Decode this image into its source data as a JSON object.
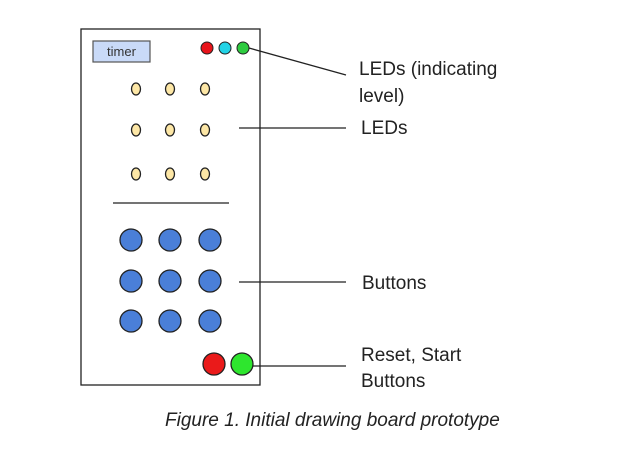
{
  "board": {
    "timer_label": "timer"
  },
  "callouts": {
    "level_leds_line1": "LEDs (indicating",
    "level_leds_line2": "level)",
    "leds": "LEDs",
    "buttons": "Buttons",
    "reset_start_line1": "Reset, Start",
    "reset_start_line2": "Buttons"
  },
  "caption": "Figure 1. Initial drawing board prototype",
  "colors": {
    "outline": "#222222",
    "level_led_red": "#e8141b",
    "level_led_cyan": "#22d3e6",
    "level_led_green": "#2ecc40",
    "led_fill": "#fde7a6",
    "button_blue": "#4a7fd8",
    "reset_red": "#ea1a1a",
    "start_green": "#2ee62e",
    "timer_fill": "#c9daf8"
  },
  "icons": {
    "level_leds": [
      "red-led-icon",
      "cyan-led-icon",
      "green-led-icon"
    ],
    "led_grid": "led-icon",
    "button_grid": "blue-button-icon",
    "reset": "reset-button-icon",
    "start": "start-button-icon"
  }
}
